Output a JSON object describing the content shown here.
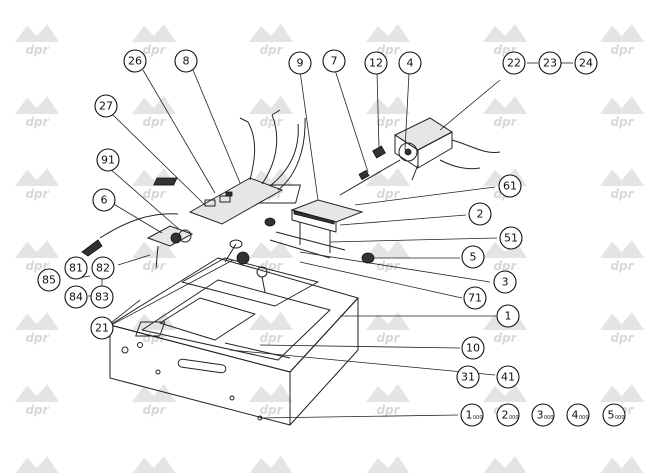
{
  "watermark": {
    "logo_text": "dpr"
  },
  "callouts": [
    {
      "id": "c26",
      "label": "26"
    },
    {
      "id": "c8",
      "label": "8"
    },
    {
      "id": "c9",
      "label": "9"
    },
    {
      "id": "c7",
      "label": "7"
    },
    {
      "id": "c12",
      "label": "12"
    },
    {
      "id": "c4",
      "label": "4"
    },
    {
      "id": "c22",
      "label": "22"
    },
    {
      "id": "c23",
      "label": "23"
    },
    {
      "id": "c24",
      "label": "24"
    },
    {
      "id": "c27",
      "label": "27"
    },
    {
      "id": "c91",
      "label": "91"
    },
    {
      "id": "c6",
      "label": "6"
    },
    {
      "id": "c61",
      "label": "61"
    },
    {
      "id": "c2",
      "label": "2"
    },
    {
      "id": "c51",
      "label": "51"
    },
    {
      "id": "c5",
      "label": "5"
    },
    {
      "id": "c3",
      "label": "3"
    },
    {
      "id": "c71",
      "label": "71"
    },
    {
      "id": "c1",
      "label": "1"
    },
    {
      "id": "c10",
      "label": "10"
    },
    {
      "id": "c31",
      "label": "31"
    },
    {
      "id": "c41",
      "label": "41"
    },
    {
      "id": "c81",
      "label": "81"
    },
    {
      "id": "c82",
      "label": "82"
    },
    {
      "id": "c85",
      "label": "85"
    },
    {
      "id": "c84",
      "label": "84"
    },
    {
      "id": "c83",
      "label": "83"
    },
    {
      "id": "c21",
      "label": "21"
    }
  ],
  "variants": [
    {
      "id": "v1",
      "label": "1",
      "sub": "000"
    },
    {
      "id": "v2",
      "label": "2",
      "sub": "000"
    },
    {
      "id": "v3",
      "label": "3",
      "sub": "000"
    },
    {
      "id": "v4",
      "label": "4",
      "sub": "000"
    },
    {
      "id": "v5",
      "label": "5",
      "sub": "000"
    }
  ]
}
